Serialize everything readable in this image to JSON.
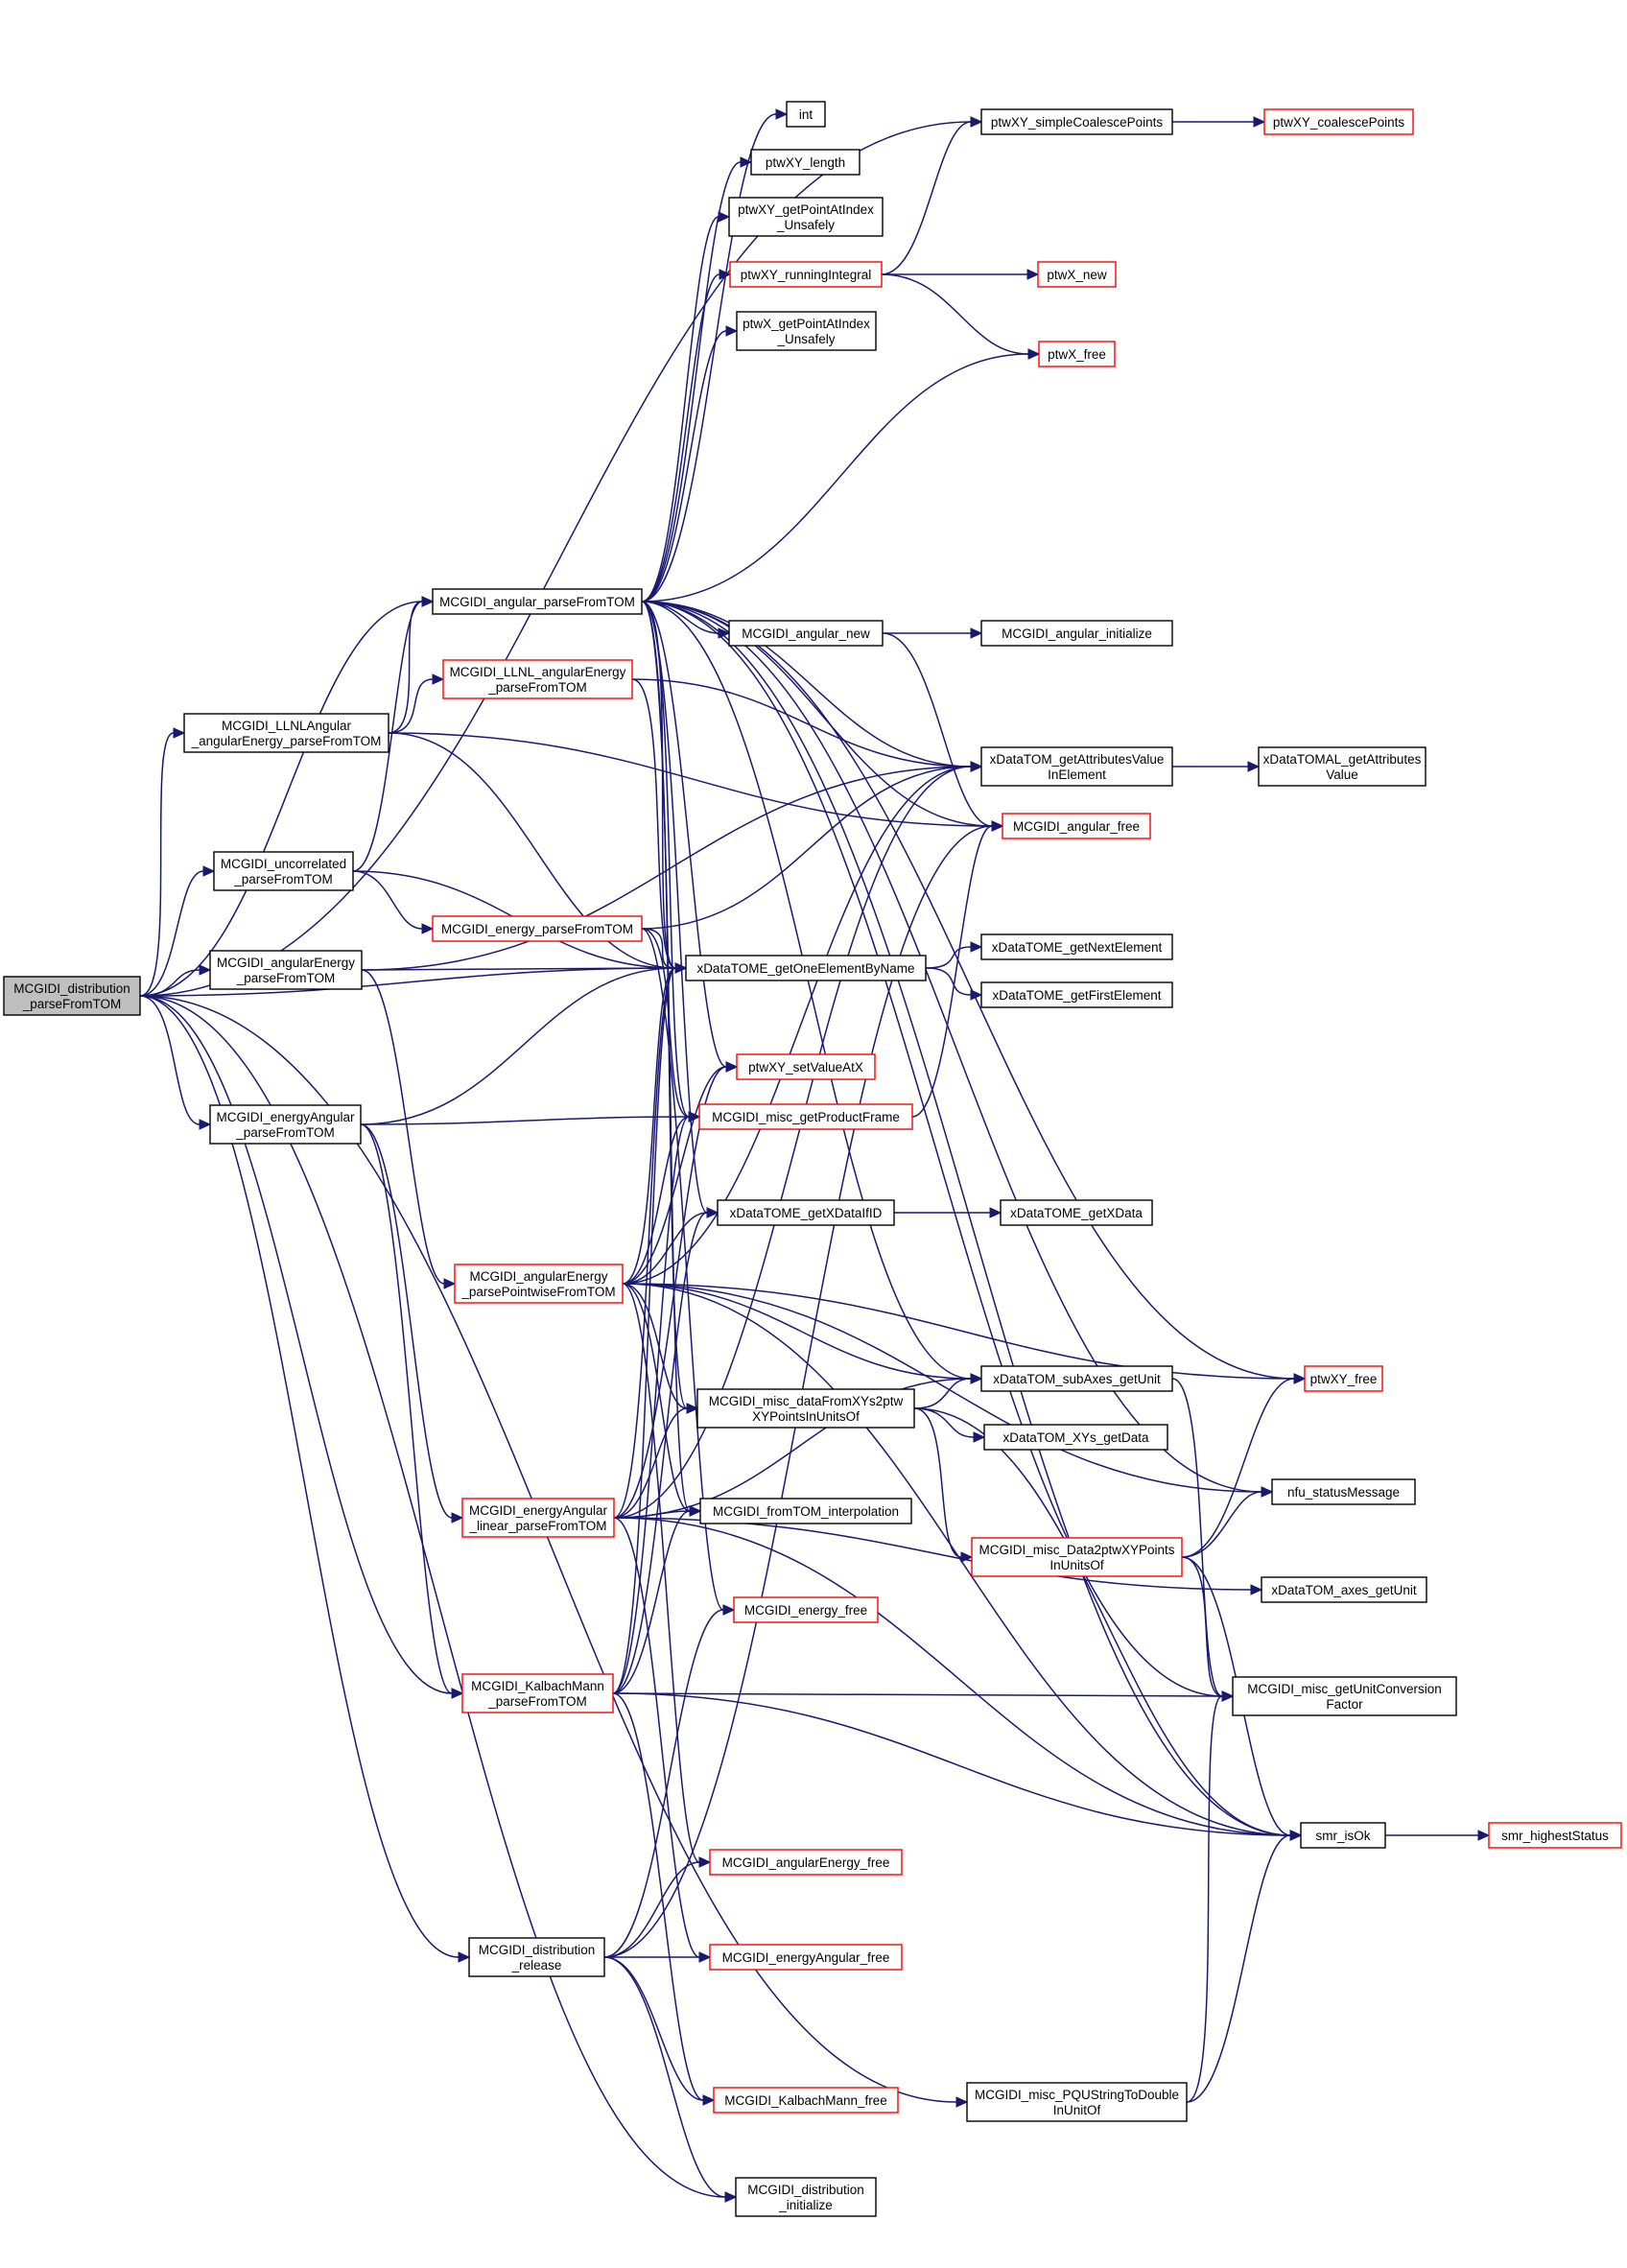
{
  "colors": {
    "edge": "#191970",
    "node_border": "#000000",
    "node_border_truncated": "#ff0000",
    "root_fill": "#bfbfbf",
    "background": "#ffffff"
  },
  "nodes": [
    {
      "id": "root",
      "lines": [
        "MCGIDI_distribution",
        "_parseFromTOM"
      ],
      "style": "root"
    },
    {
      "id": "angular_parse",
      "lines": [
        "MCGIDI_angular_parseFromTOM"
      ],
      "style": "normal"
    },
    {
      "id": "llnlang",
      "lines": [
        "MCGIDI_LLNLAngular",
        "_angularEnergy_parseFromTOM"
      ],
      "style": "normal"
    },
    {
      "id": "uncorrelated",
      "lines": [
        "MCGIDI_uncorrelated",
        "_parseFromTOM"
      ],
      "style": "normal"
    },
    {
      "id": "angularEnergy",
      "lines": [
        "MCGIDI_angularEnergy",
        "_parseFromTOM"
      ],
      "style": "normal"
    },
    {
      "id": "energyAngular",
      "lines": [
        "MCGIDI_energyAngular",
        "_parseFromTOM"
      ],
      "style": "normal"
    },
    {
      "id": "llnl_ae",
      "lines": [
        "MCGIDI_LLNL_angularEnergy",
        "_parseFromTOM"
      ],
      "style": "red"
    },
    {
      "id": "energy_parse",
      "lines": [
        "MCGIDI_energy_parseFromTOM"
      ],
      "style": "red"
    },
    {
      "id": "ae_pointwise",
      "lines": [
        "MCGIDI_angularEnergy",
        "_parsePointwiseFromTOM"
      ],
      "style": "red"
    },
    {
      "id": "ea_linear",
      "lines": [
        "MCGIDI_energyAngular",
        "_linear_parseFromTOM"
      ],
      "style": "red"
    },
    {
      "id": "kalbach",
      "lines": [
        "MCGIDI_KalbachMann",
        "_parseFromTOM"
      ],
      "style": "red"
    },
    {
      "id": "dist_release",
      "lines": [
        "MCGIDI_distribution",
        "_release"
      ],
      "style": "normal"
    },
    {
      "id": "int",
      "lines": [
        "int"
      ],
      "style": "normal"
    },
    {
      "id": "ptwXY_length",
      "lines": [
        "ptwXY_length"
      ],
      "style": "normal"
    },
    {
      "id": "ptwXY_gpai",
      "lines": [
        "ptwXY_getPointAtIndex",
        "_Unsafely"
      ],
      "style": "normal"
    },
    {
      "id": "ptwXY_ri",
      "lines": [
        "ptwXY_runningIntegral"
      ],
      "style": "red"
    },
    {
      "id": "ptwX_gpai",
      "lines": [
        "ptwX_getPointAtIndex",
        "_Unsafely"
      ],
      "style": "normal"
    },
    {
      "id": "angular_new",
      "lines": [
        "MCGIDI_angular_new"
      ],
      "style": "normal"
    },
    {
      "id": "oneElement",
      "lines": [
        "xDataTOME_getOneElementByName"
      ],
      "style": "normal"
    },
    {
      "id": "ptwXY_setValueAtX",
      "lines": [
        "ptwXY_setValueAtX"
      ],
      "style": "red"
    },
    {
      "id": "productFrame",
      "lines": [
        "MCGIDI_misc_getProductFrame"
      ],
      "style": "red"
    },
    {
      "id": "getXDataIfID",
      "lines": [
        "xDataTOME_getXDataIfID"
      ],
      "style": "normal"
    },
    {
      "id": "dataFromXYs",
      "lines": [
        "MCGIDI_misc_dataFromXYs2ptw",
        "XYPointsInUnitsOf"
      ],
      "style": "normal"
    },
    {
      "id": "fromTOM_interp",
      "lines": [
        "MCGIDI_fromTOM_interpolation"
      ],
      "style": "normal"
    },
    {
      "id": "energy_free",
      "lines": [
        "MCGIDI_energy_free"
      ],
      "style": "red"
    },
    {
      "id": "angEnergy_free",
      "lines": [
        "MCGIDI_angularEnergy_free"
      ],
      "style": "red"
    },
    {
      "id": "energyAng_free",
      "lines": [
        "MCGIDI_energyAngular_free"
      ],
      "style": "red"
    },
    {
      "id": "kalbach_free",
      "lines": [
        "MCGIDI_KalbachMann_free"
      ],
      "style": "red"
    },
    {
      "id": "dist_init",
      "lines": [
        "MCGIDI_distribution",
        "_initialize"
      ],
      "style": "normal"
    },
    {
      "id": "simpleCoalesce",
      "lines": [
        "ptwXY_simpleCoalescePoints"
      ],
      "style": "normal"
    },
    {
      "id": "ptwX_new",
      "lines": [
        "ptwX_new"
      ],
      "style": "red"
    },
    {
      "id": "ptwX_free",
      "lines": [
        "ptwX_free"
      ],
      "style": "red"
    },
    {
      "id": "angular_init",
      "lines": [
        "MCGIDI_angular_initialize"
      ],
      "style": "normal"
    },
    {
      "id": "getAttrVal",
      "lines": [
        "xDataTOM_getAttributesValue",
        "InElement"
      ],
      "style": "normal"
    },
    {
      "id": "angular_free",
      "lines": [
        "MCGIDI_angular_free"
      ],
      "style": "red"
    },
    {
      "id": "nextElement",
      "lines": [
        "xDataTOME_getNextElement"
      ],
      "style": "normal"
    },
    {
      "id": "firstElement",
      "lines": [
        "xDataTOME_getFirstElement"
      ],
      "style": "normal"
    },
    {
      "id": "getXData",
      "lines": [
        "xDataTOME_getXData"
      ],
      "style": "normal"
    },
    {
      "id": "subAxes_getUnit",
      "lines": [
        "xDataTOM_subAxes_getUnit"
      ],
      "style": "normal"
    },
    {
      "id": "xys_getData",
      "lines": [
        "xDataTOM_XYs_getData"
      ],
      "style": "normal"
    },
    {
      "id": "data2ptwXY",
      "lines": [
        "MCGIDI_misc_Data2ptwXYPoints",
        "InUnitsOf"
      ],
      "style": "red"
    },
    {
      "id": "pqu",
      "lines": [
        "MCGIDI_misc_PQUStringToDouble",
        "InUnitOf"
      ],
      "style": "normal"
    },
    {
      "id": "coalescePoints",
      "lines": [
        "ptwXY_coalescePoints"
      ],
      "style": "red"
    },
    {
      "id": "attrValue",
      "lines": [
        "xDataTOMAL_getAttributes",
        "Value"
      ],
      "style": "normal"
    },
    {
      "id": "ptwXY_free",
      "lines": [
        "ptwXY_free"
      ],
      "style": "red"
    },
    {
      "id": "nfu",
      "lines": [
        "nfu_statusMessage"
      ],
      "style": "normal"
    },
    {
      "id": "axes_getUnit",
      "lines": [
        "xDataTOM_axes_getUnit"
      ],
      "style": "normal"
    },
    {
      "id": "unitConv",
      "lines": [
        "MCGIDI_misc_getUnitConversion",
        "Factor"
      ],
      "style": "normal"
    },
    {
      "id": "smr_isOk",
      "lines": [
        "smr_isOk"
      ],
      "style": "normal"
    },
    {
      "id": "smr_highest",
      "lines": [
        "smr_highestStatus"
      ],
      "style": "red"
    }
  ],
  "edges": [
    [
      "root",
      "angular_parse"
    ],
    [
      "root",
      "llnlang"
    ],
    [
      "root",
      "uncorrelated"
    ],
    [
      "root",
      "angularEnergy"
    ],
    [
      "root",
      "energyAngular"
    ],
    [
      "root",
      "oneElement"
    ],
    [
      "root",
      "simpleCoalesce"
    ],
    [
      "root",
      "kalbach"
    ],
    [
      "root",
      "dist_release"
    ],
    [
      "root",
      "dist_init"
    ],
    [
      "root",
      "pqu"
    ],
    [
      "angular_parse",
      "int"
    ],
    [
      "angular_parse",
      "ptwXY_length"
    ],
    [
      "angular_parse",
      "ptwXY_gpai"
    ],
    [
      "angular_parse",
      "ptwXY_ri"
    ],
    [
      "angular_parse",
      "ptwX_gpai"
    ],
    [
      "angular_parse",
      "ptwX_free"
    ],
    [
      "angular_parse",
      "angular_new"
    ],
    [
      "angular_parse",
      "oneElement"
    ],
    [
      "angular_parse",
      "ptwXY_setValueAtX"
    ],
    [
      "angular_parse",
      "productFrame"
    ],
    [
      "angular_parse",
      "getXDataIfID"
    ],
    [
      "angular_parse",
      "dataFromXYs"
    ],
    [
      "angular_parse",
      "fromTOM_interp"
    ],
    [
      "angular_parse",
      "angular_free"
    ],
    [
      "angular_parse",
      "getAttrVal"
    ],
    [
      "angular_parse",
      "subAxes_getUnit"
    ],
    [
      "angular_parse",
      "ptwXY_free"
    ],
    [
      "angular_parse",
      "nfu"
    ],
    [
      "angular_parse",
      "unitConv"
    ],
    [
      "angular_parse",
      "smr_isOk"
    ],
    [
      "llnlang",
      "angular_parse"
    ],
    [
      "llnlang",
      "llnl_ae"
    ],
    [
      "llnlang",
      "oneElement"
    ],
    [
      "llnlang",
      "angular_free"
    ],
    [
      "uncorrelated",
      "angular_parse"
    ],
    [
      "uncorrelated",
      "energy_parse"
    ],
    [
      "uncorrelated",
      "oneElement"
    ],
    [
      "angularEnergy",
      "oneElement"
    ],
    [
      "angularEnergy",
      "getAttrVal"
    ],
    [
      "angularEnergy",
      "ae_pointwise"
    ],
    [
      "energyAngular",
      "oneElement"
    ],
    [
      "energyAngular",
      "productFrame"
    ],
    [
      "energyAngular",
      "ea_linear"
    ],
    [
      "energyAngular",
      "kalbach"
    ],
    [
      "llnl_ae",
      "getAttrVal"
    ],
    [
      "llnl_ae",
      "oneElement"
    ],
    [
      "energy_parse",
      "getAttrVal"
    ],
    [
      "energy_parse",
      "oneElement"
    ],
    [
      "energy_parse",
      "productFrame"
    ],
    [
      "energy_parse",
      "energy_free"
    ],
    [
      "ae_pointwise",
      "oneElement"
    ],
    [
      "ae_pointwise",
      "ptwXY_setValueAtX"
    ],
    [
      "ae_pointwise",
      "productFrame"
    ],
    [
      "ae_pointwise",
      "getXDataIfID"
    ],
    [
      "ae_pointwise",
      "dataFromXYs"
    ],
    [
      "ae_pointwise",
      "subAxes_getUnit"
    ],
    [
      "ae_pointwise",
      "ptwXY_free"
    ],
    [
      "ae_pointwise",
      "nfu"
    ],
    [
      "ae_pointwise",
      "smr_isOk"
    ],
    [
      "ae_pointwise",
      "fromTOM_interp"
    ],
    [
      "ae_pointwise",
      "angEnergy_free"
    ],
    [
      "ae_pointwise",
      "getAttrVal"
    ],
    [
      "ea_linear",
      "oneElement"
    ],
    [
      "ea_linear",
      "ptwXY_setValueAtX"
    ],
    [
      "ea_linear",
      "dataFromXYs"
    ],
    [
      "ea_linear",
      "fromTOM_interp"
    ],
    [
      "ea_linear",
      "subAxes_getUnit"
    ],
    [
      "ea_linear",
      "axes_getUnit"
    ],
    [
      "ea_linear",
      "energyAng_free"
    ],
    [
      "ea_linear",
      "smr_isOk"
    ],
    [
      "ea_linear",
      "getAttrVal"
    ],
    [
      "kalbach",
      "oneElement"
    ],
    [
      "kalbach",
      "productFrame"
    ],
    [
      "kalbach",
      "getXDataIfID"
    ],
    [
      "kalbach",
      "fromTOM_interp"
    ],
    [
      "kalbach",
      "kalbach_free"
    ],
    [
      "kalbach",
      "unitConv"
    ],
    [
      "kalbach",
      "smr_isOk"
    ],
    [
      "dist_release",
      "angEnergy_free"
    ],
    [
      "dist_release",
      "energyAng_free"
    ],
    [
      "dist_release",
      "kalbach_free"
    ],
    [
      "dist_release",
      "energy_free"
    ],
    [
      "dist_release",
      "angular_free"
    ],
    [
      "dist_release",
      "dist_init"
    ],
    [
      "ptwXY_ri",
      "simpleCoalesce"
    ],
    [
      "ptwXY_ri",
      "ptwX_new"
    ],
    [
      "ptwXY_ri",
      "ptwX_free"
    ],
    [
      "simpleCoalesce",
      "coalescePoints"
    ],
    [
      "angular_new",
      "angular_init"
    ],
    [
      "angular_new",
      "angular_free"
    ],
    [
      "oneElement",
      "nextElement"
    ],
    [
      "oneElement",
      "firstElement"
    ],
    [
      "productFrame",
      "angular_free"
    ],
    [
      "getXDataIfID",
      "getXData"
    ],
    [
      "dataFromXYs",
      "subAxes_getUnit"
    ],
    [
      "dataFromXYs",
      "xys_getData"
    ],
    [
      "dataFromXYs",
      "data2ptwXY"
    ],
    [
      "dataFromXYs",
      "smr_isOk"
    ],
    [
      "getAttrVal",
      "attrValue"
    ],
    [
      "subAxes_getUnit",
      "unitConv"
    ],
    [
      "data2ptwXY",
      "nfu"
    ],
    [
      "data2ptwXY",
      "ptwXY_free"
    ],
    [
      "data2ptwXY",
      "unitConv"
    ],
    [
      "data2ptwXY",
      "smr_isOk"
    ],
    [
      "pqu",
      "unitConv"
    ],
    [
      "pqu",
      "smr_isOk"
    ],
    [
      "smr_isOk",
      "smr_highest"
    ]
  ]
}
